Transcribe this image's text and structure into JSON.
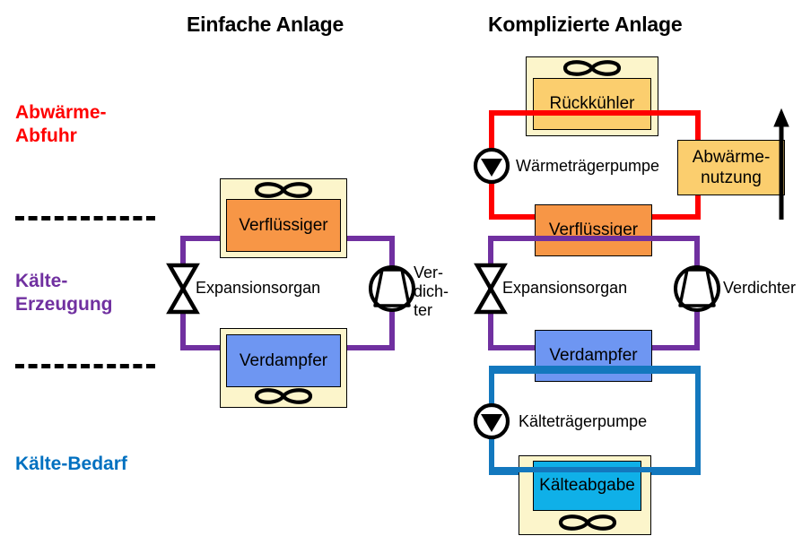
{
  "titles": {
    "left": "Einfache Anlage",
    "right": "Komplizierte Anlage"
  },
  "zones": [
    {
      "id": "abwaerme-abfuhr",
      "label_line1": "Abwärme-",
      "label_line2": "Abfuhr",
      "color": "#FF0000"
    },
    {
      "id": "kaelte-erzeugung",
      "label_line1": "Kälte-",
      "label_line2": "Erzeugung",
      "color": "#7030A0"
    },
    {
      "id": "kaelte-bedarf",
      "label_line1": "Kälte-Bedarf",
      "label_line2": "",
      "color": "#0070C0"
    }
  ],
  "simple_plant": {
    "condenser": {
      "label": "Verflüssiger",
      "color": "#F79646"
    },
    "evaporator": {
      "label": "Verdampfer",
      "color": "#6E96F2"
    },
    "expansion_valve": {
      "label": "Expansionsorgan"
    },
    "compressor": {
      "label_line1": "Ver-",
      "label_line2": "dich-",
      "label_line3": "ter"
    },
    "refrigerant_loop_color": "#7030A0"
  },
  "complex_plant": {
    "recooler": {
      "label": "Rückkühler",
      "color": "#FBCE6E"
    },
    "heat_carrier_pump": {
      "label": "Wärmeträgerpumpe"
    },
    "waste_heat_use": {
      "label_line1": "Abwärme-",
      "label_line2": "nutzung",
      "color": "#FBCE6E"
    },
    "condenser": {
      "label": "Verflüssiger",
      "color": "#F79646"
    },
    "expansion_valve": {
      "label": "Expansionsorgan"
    },
    "compressor": {
      "label": "Verdichter"
    },
    "evaporator": {
      "label": "Verdampfer",
      "color": "#6E96F2"
    },
    "cold_carrier_pump": {
      "label": "Kälteträgerpumpe"
    },
    "cold_delivery": {
      "label": "Kälteabgabe",
      "color": "#0FB0E8"
    },
    "heat_loop_color": "#FF0000",
    "refrigerant_loop_color": "#7030A0",
    "cold_loop_color": "#1378BE"
  },
  "palette": {
    "outer_cabinet": "#FCF5CB",
    "outline": "#000000",
    "background": "#FFFFFF"
  },
  "icons": {
    "fan": "fan-icon",
    "pump": "pump-icon",
    "valve": "expansion-valve-icon",
    "compressor": "compressor-icon",
    "arrow_up": "arrow-up-icon"
  }
}
